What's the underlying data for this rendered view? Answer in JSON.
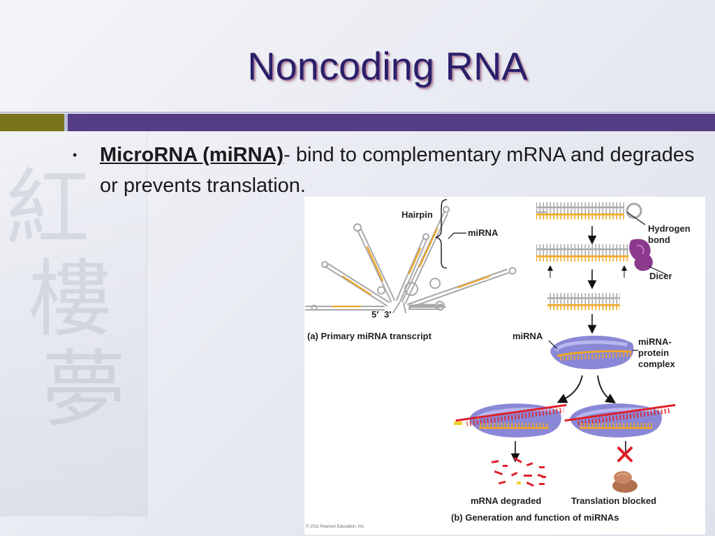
{
  "slide": {
    "title": "Noncoding RNA",
    "bullet": {
      "term": "MicroRNA (miRNA)",
      "text": "- bind to complementary mRNA and degrades or prevents translation."
    }
  },
  "figure": {
    "panel_a": {
      "caption": "(a) Primary miRNA transcript",
      "hairpin_label": "Hairpin",
      "mirna_label": "miRNA",
      "five_prime": "5′",
      "three_prime": "3′"
    },
    "panel_b": {
      "caption": "(b) Generation and function of miRNAs",
      "hydrogen_bond_line1": "Hydrogen",
      "hydrogen_bond_line2": "bond",
      "dicer_label": "Dicer",
      "mirna_label": "miRNA",
      "complex_line1": "miRNA-",
      "complex_line2": "protein",
      "complex_line3": "complex",
      "mrna_degraded": "mRNA degraded",
      "translation_blocked": "Translation blocked"
    },
    "copyright": "© 2011 Pearson Education, Inc."
  },
  "colors": {
    "title": "#2a1f6a",
    "bar_left": "#78741c",
    "bar_right": "#553d86",
    "strand_orange": "#f2a623",
    "strand_gray": "#a8a8a8",
    "mrna_red": "#e0202a",
    "protein_purple": "#8a88d6",
    "dicer_purple": "#8c3a8e"
  },
  "icons": [
    "dicer-enzyme-icon",
    "ribosome-icon",
    "blocked-x-icon",
    "arrow-down-icon"
  ]
}
